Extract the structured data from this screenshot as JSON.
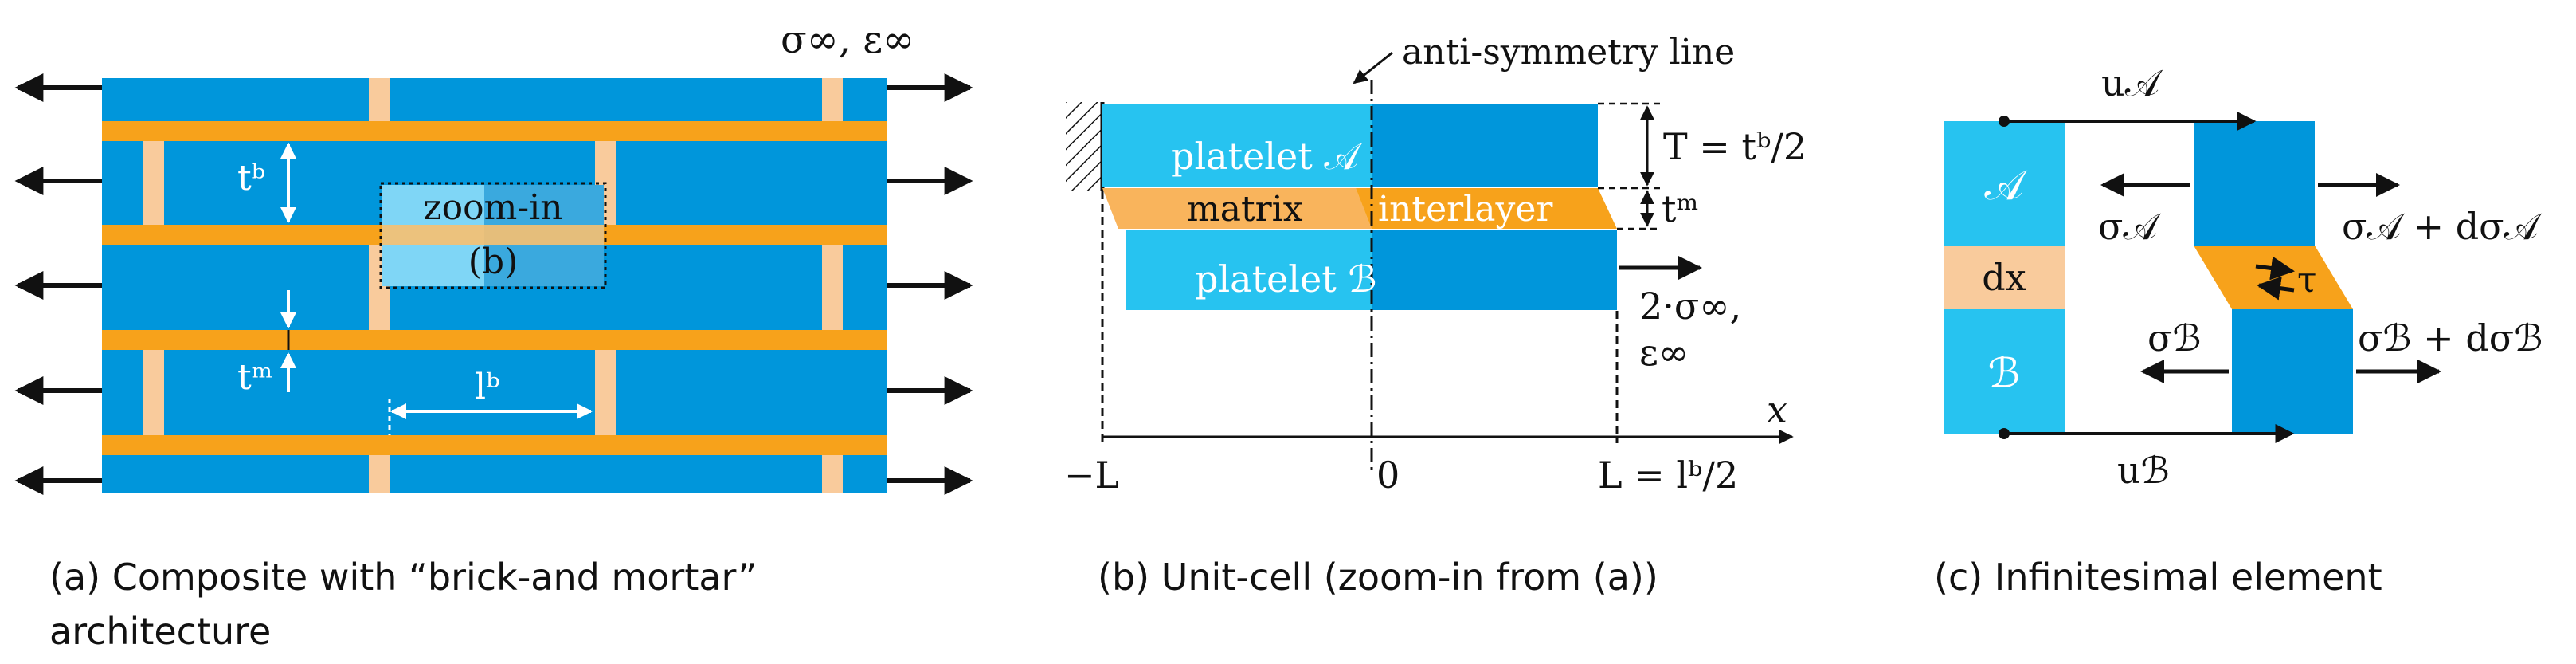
{
  "colors": {
    "platelet_dark": "#0096DB",
    "platelet_light": "#27C3F0",
    "matrix_orange": "#F7A21B",
    "interface_tan": "#F9CB9C",
    "arrow_black": "#111111",
    "text_white": "#FFFFFF"
  },
  "panel_a": {
    "caption_line1": "(a) Composite with “brick-and mortar”",
    "caption_line2": "architecture",
    "label_sigma_eps": "σ∞, ε∞",
    "label_tb": "tᵇ",
    "label_tm": "tᵐ",
    "label_lb": "lᵇ",
    "zoom_label": "zoom-in",
    "zoom_ref": "(b)"
  },
  "panel_b": {
    "caption": "(b) Unit-cell (zoom-in from (a))",
    "anti_symmetry": "anti-symmetry line",
    "platelet_a": "platelet 𝒜",
    "platelet_b": "platelet ℬ",
    "matrix": "matrix",
    "interlayer": "interlayer",
    "T_label": "T = tᵇ/2",
    "tm_label": "tᵐ",
    "load_label_1": "2·σ∞,",
    "load_label_2": "ε∞",
    "x_axis": "x",
    "tick_minus_L": "−L",
    "tick_zero": "0",
    "tick_L": "L = lᵇ/2"
  },
  "panel_c": {
    "caption": "(c) Infinitesimal element",
    "label_A": "𝒜",
    "label_B": "ℬ",
    "label_dx": "dx",
    "u_A": "u𝒜",
    "u_B": "uℬ",
    "sigma_A": "σ𝒜",
    "sigma_A_plus": "σ𝒜 + dσ𝒜",
    "sigma_B": "σℬ",
    "sigma_B_plus": "σℬ + dσℬ",
    "tau": "τ"
  }
}
